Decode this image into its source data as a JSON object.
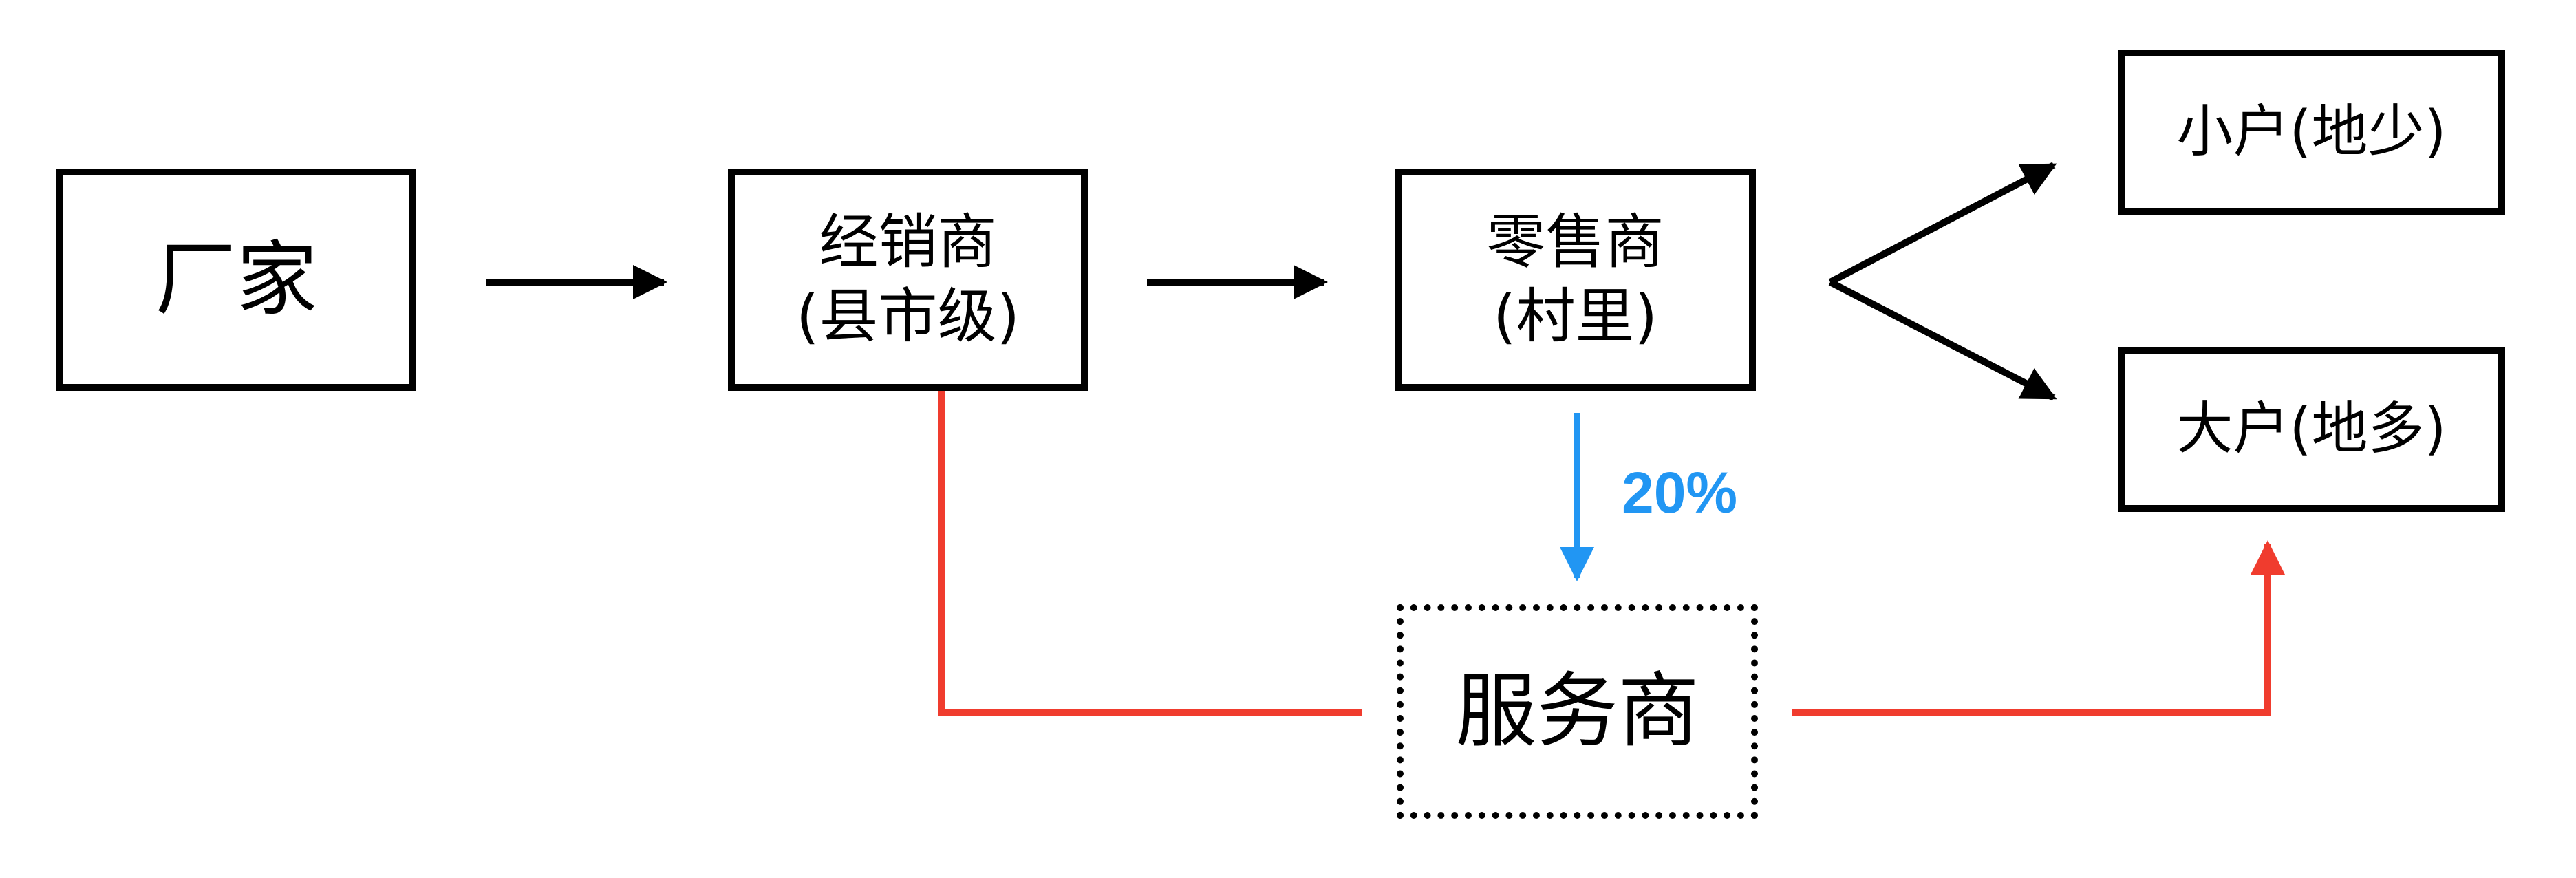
{
  "nodes": {
    "manufacturer": {
      "label": "厂家"
    },
    "distributor": {
      "line1": "经销商",
      "line2": "(县市级)"
    },
    "retailer": {
      "line1": "零售商",
      "line2": "(村里)"
    },
    "small_farmer": {
      "label": "小户(地少)"
    },
    "large_farmer": {
      "label": "大户(地多)"
    },
    "service_provider": {
      "label": "服务商"
    }
  },
  "edges": {
    "retailer_to_service_label": "20%"
  },
  "colors": {
    "main_flow": "#000000",
    "share_flow": "#2196F3",
    "service_flow": "#F03C2E"
  }
}
